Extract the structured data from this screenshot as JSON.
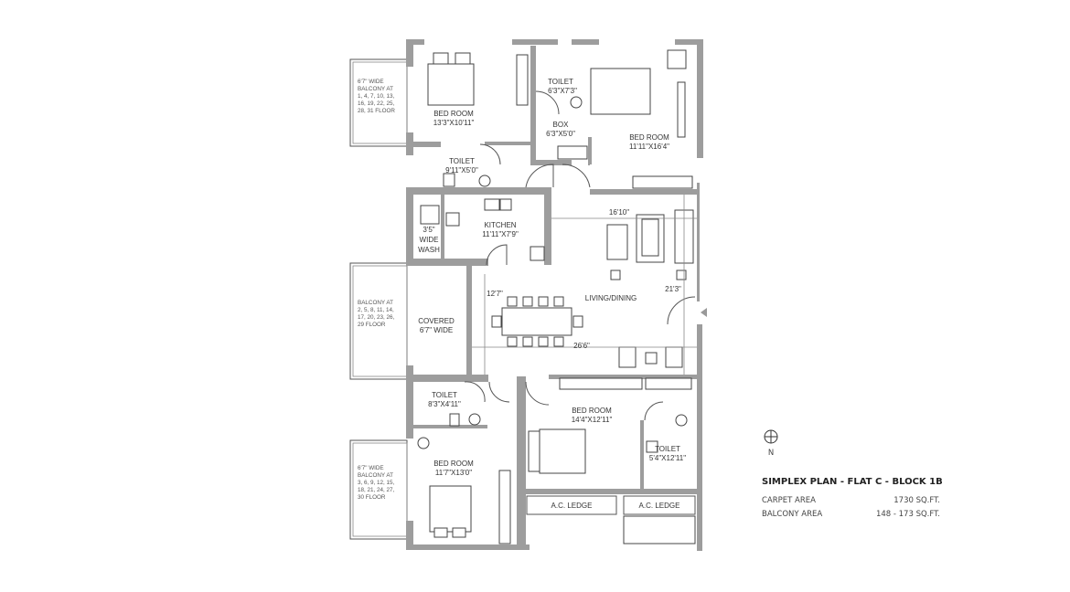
{
  "plan": {
    "title": "SIMPLEX PLAN - FLAT C - BLOCK 1B",
    "carpet_area_label": "CARPET AREA",
    "carpet_area_value": "1730 SQ.FT.",
    "balcony_area_label": "BALCONY AREA",
    "balcony_area_value": "148 - 173 SQ.FT.",
    "north_label": "N"
  },
  "rooms": {
    "bed1": {
      "name": "BED ROOM",
      "size": "13'3\"X10'11\""
    },
    "toilet1": {
      "name": "TOILET",
      "size": "6'3\"X7'3\""
    },
    "box": {
      "name": "BOX",
      "size": "6'3\"X5'0\""
    },
    "bed2": {
      "name": "BED ROOM",
      "size": "11'11\"X16'4\""
    },
    "toilet2": {
      "name": "TOILET",
      "size": "9'11\"X5'0\""
    },
    "wash": {
      "line1": "3'5\"",
      "line2": "WIDE",
      "line3": "WASH"
    },
    "kitchen": {
      "name": "KITCHEN",
      "size": "11'11\"X7'9\""
    },
    "living": {
      "name": "LIVING/DINING",
      "dim_a": "16'10\"",
      "dim_b": "12'7\"",
      "dim_c": "21'3\"",
      "dim_d": "26'6\""
    },
    "covered": {
      "name": "COVERED",
      "size": "6'7\" WIDE"
    },
    "toilet3": {
      "name": "TOILET",
      "size": "8'3\"X4'11\""
    },
    "bed3": {
      "name": "BED ROOM",
      "size": "14'4\"X12'11\""
    },
    "toilet4": {
      "name": "TOILET",
      "size": "5'4\"X12'11\""
    },
    "bed4": {
      "name": "BED ROOM",
      "size": "11'7\"X13'0\""
    },
    "ac_ledge1": "A.C. LEDGE",
    "ac_ledge2": "A.C. LEDGE"
  },
  "balconies": {
    "b1": [
      "6'7\" WIDE",
      "BALCONY AT",
      "1, 4, 7, 10, 13,",
      "16, 19, 22, 25,",
      "28, 31 FLOOR"
    ],
    "b2": [
      "BALCONY AT",
      "2, 5, 8, 11, 14,",
      "17, 20, 23, 26,",
      "29 FLOOR"
    ],
    "b3": [
      "6'7\" WIDE",
      "BALCONY AT",
      "3, 6, 9, 12, 15,",
      "18, 21, 24, 27,",
      "30 FLOOR"
    ]
  }
}
